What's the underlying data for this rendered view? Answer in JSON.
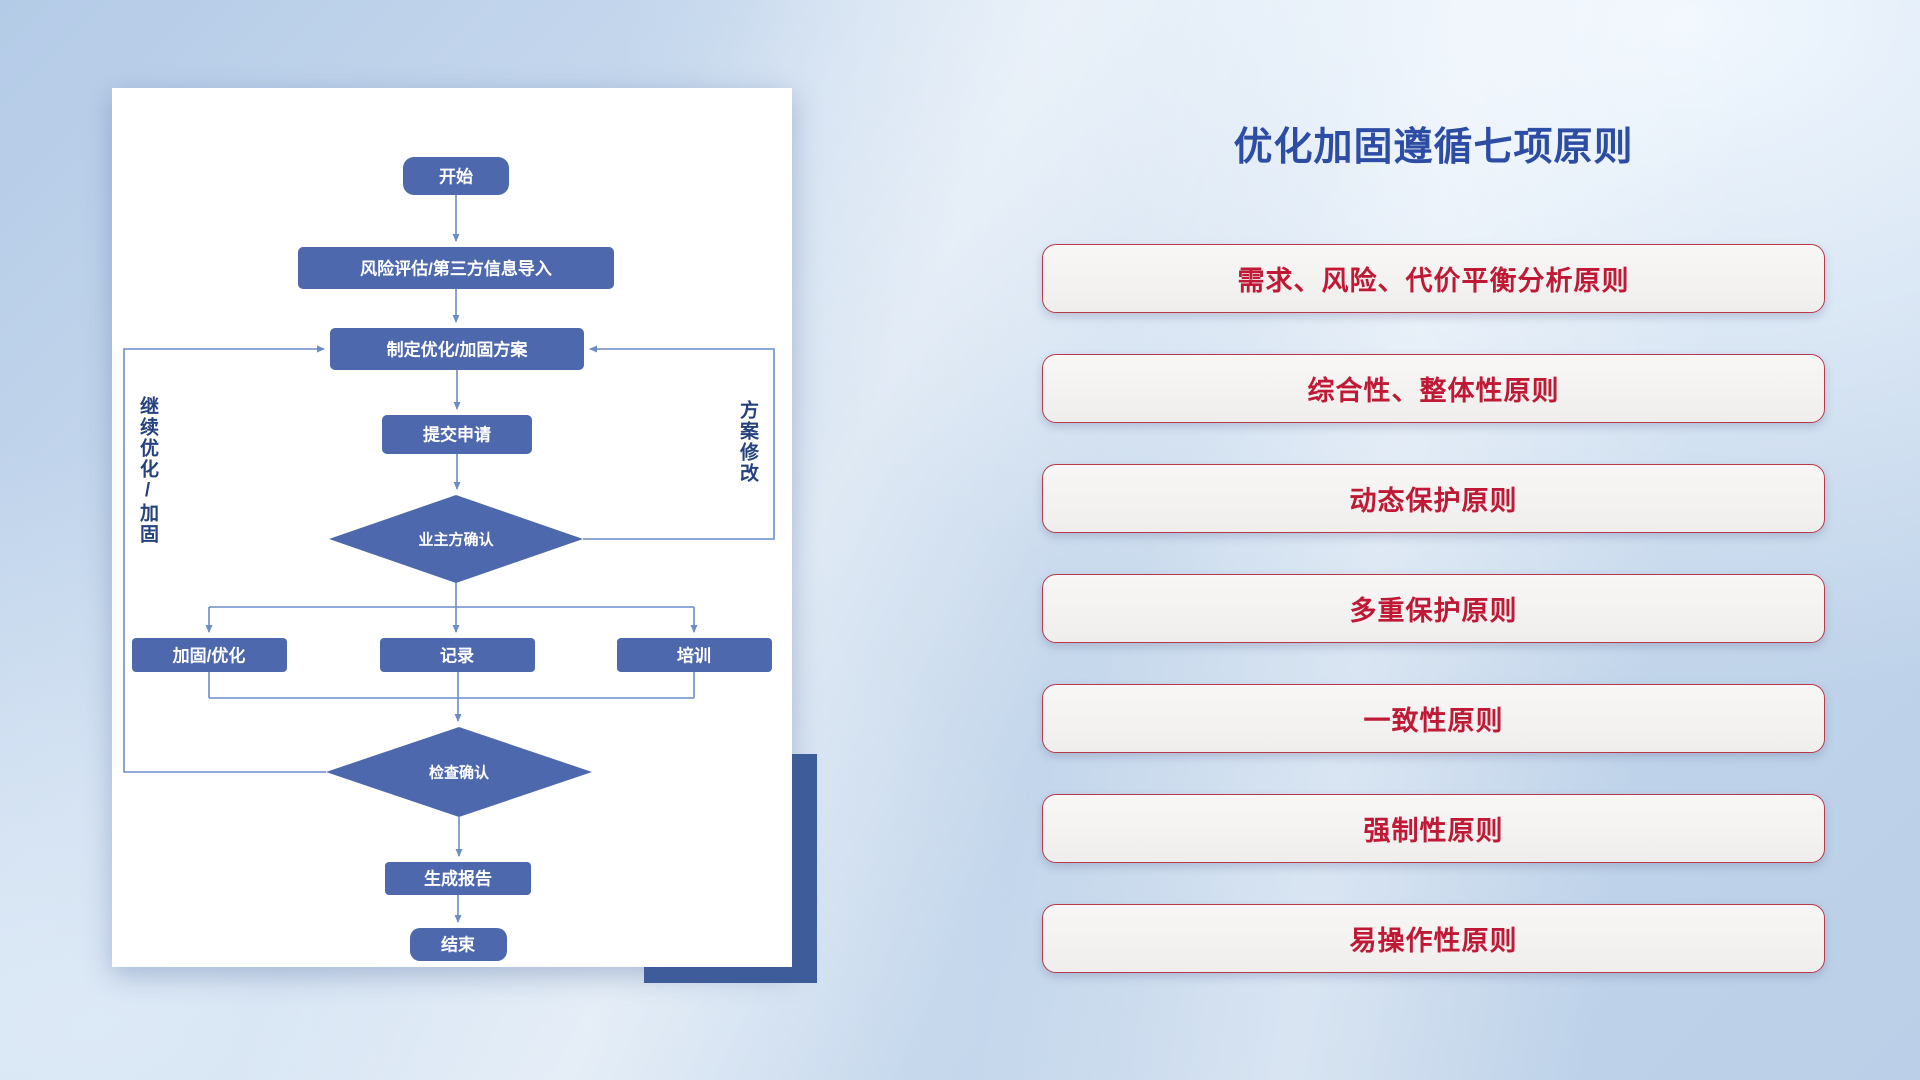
{
  "title": "优化加固遵循七项原则",
  "flowchart": {
    "nodes": {
      "start": "开始",
      "risk": "风险评估/第三方信息导入",
      "plan": "制定优化/加固方案",
      "submit": "提交申请",
      "owner_confirm": "业主方确认",
      "reinforce": "加固/优化",
      "record": "记录",
      "training": "培训",
      "check_confirm": "检查确认",
      "report": "生成报告",
      "end": "结束"
    },
    "labels": {
      "left_loop": "继续优化/加固",
      "right_loop": "方案修改"
    }
  },
  "principles": [
    {
      "label": "需求、风险、代价平衡分析原则"
    },
    {
      "label": "综合性、整体性原则"
    },
    {
      "label": "动态保护原则"
    },
    {
      "label": "多重保护原则"
    },
    {
      "label": "一致性原则"
    },
    {
      "label": "强制性原则"
    },
    {
      "label": "易操作性原则"
    }
  ],
  "colors": {
    "title_blue": "#2d4da4",
    "principle_red": "#c01935",
    "node_blue": "#4e68ad",
    "connector_blue": "#6c8cc8",
    "accent_navy": "#3e5c9b",
    "vertical_label_blue": "#25427e"
  }
}
